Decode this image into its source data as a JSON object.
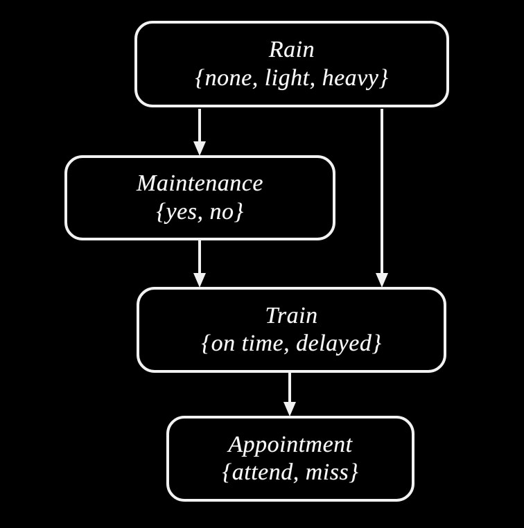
{
  "diagram": {
    "type": "bayesian-network",
    "background_color": "#000000",
    "node_border_color": "#f2f2f2",
    "text_color": "#fdfdfd",
    "nodes": [
      {
        "id": "rain",
        "name": "Rain",
        "states_label": "{none, light, heavy}",
        "states": [
          "none",
          "light",
          "heavy"
        ]
      },
      {
        "id": "maintenance",
        "name": "Maintenance",
        "states_label": "{yes, no}",
        "states": [
          "yes",
          "no"
        ]
      },
      {
        "id": "train",
        "name": "Train",
        "states_label": "{on time, delayed}",
        "states": [
          "on time",
          "delayed"
        ]
      },
      {
        "id": "appointment",
        "name": "Appointment",
        "states_label": "{attend, miss}",
        "states": [
          "attend",
          "miss"
        ]
      }
    ],
    "edges": [
      {
        "id": "rain-maintenance",
        "from": "Rain",
        "to": "Maintenance"
      },
      {
        "id": "rain-train",
        "from": "Rain",
        "to": "Train"
      },
      {
        "id": "maintenance-train",
        "from": "Maintenance",
        "to": "Train"
      },
      {
        "id": "train-appointment",
        "from": "Train",
        "to": "Appointment"
      }
    ]
  }
}
